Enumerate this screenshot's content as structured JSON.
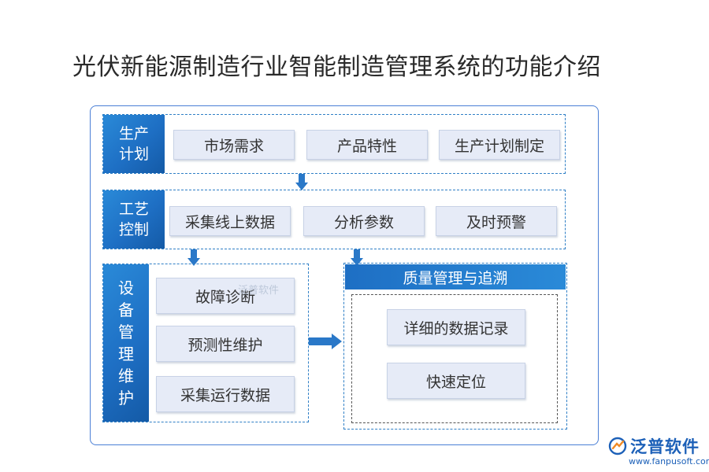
{
  "title": "光伏新能源制造行业智能制造管理系统的功能介绍",
  "sections": {
    "production_plan": {
      "label_lines": [
        "生产",
        "计划"
      ],
      "items": [
        "市场需求",
        "产品特性",
        "生产计划制定"
      ]
    },
    "process_control": {
      "label_lines": [
        "工艺",
        "控制"
      ],
      "items": [
        "采集线上数据",
        "分析参数",
        "及时预警"
      ]
    },
    "equipment": {
      "label_lines": [
        "设",
        "备",
        "管",
        "理",
        "维",
        "护"
      ],
      "items": [
        "故障诊断",
        "预测性维护",
        "采集运行数据"
      ]
    },
    "quality": {
      "title": "质量管理与追溯",
      "items": [
        "详细的数据记录",
        "快速定位"
      ]
    }
  },
  "watermark": "泛普软件",
  "logo": {
    "name": "泛普软件",
    "url": "www.fanpusoft.com"
  },
  "colors": {
    "accent": "#1e6fc4",
    "box_fill": "#e6ebf7",
    "frame_border": "#4a7fd6"
  }
}
